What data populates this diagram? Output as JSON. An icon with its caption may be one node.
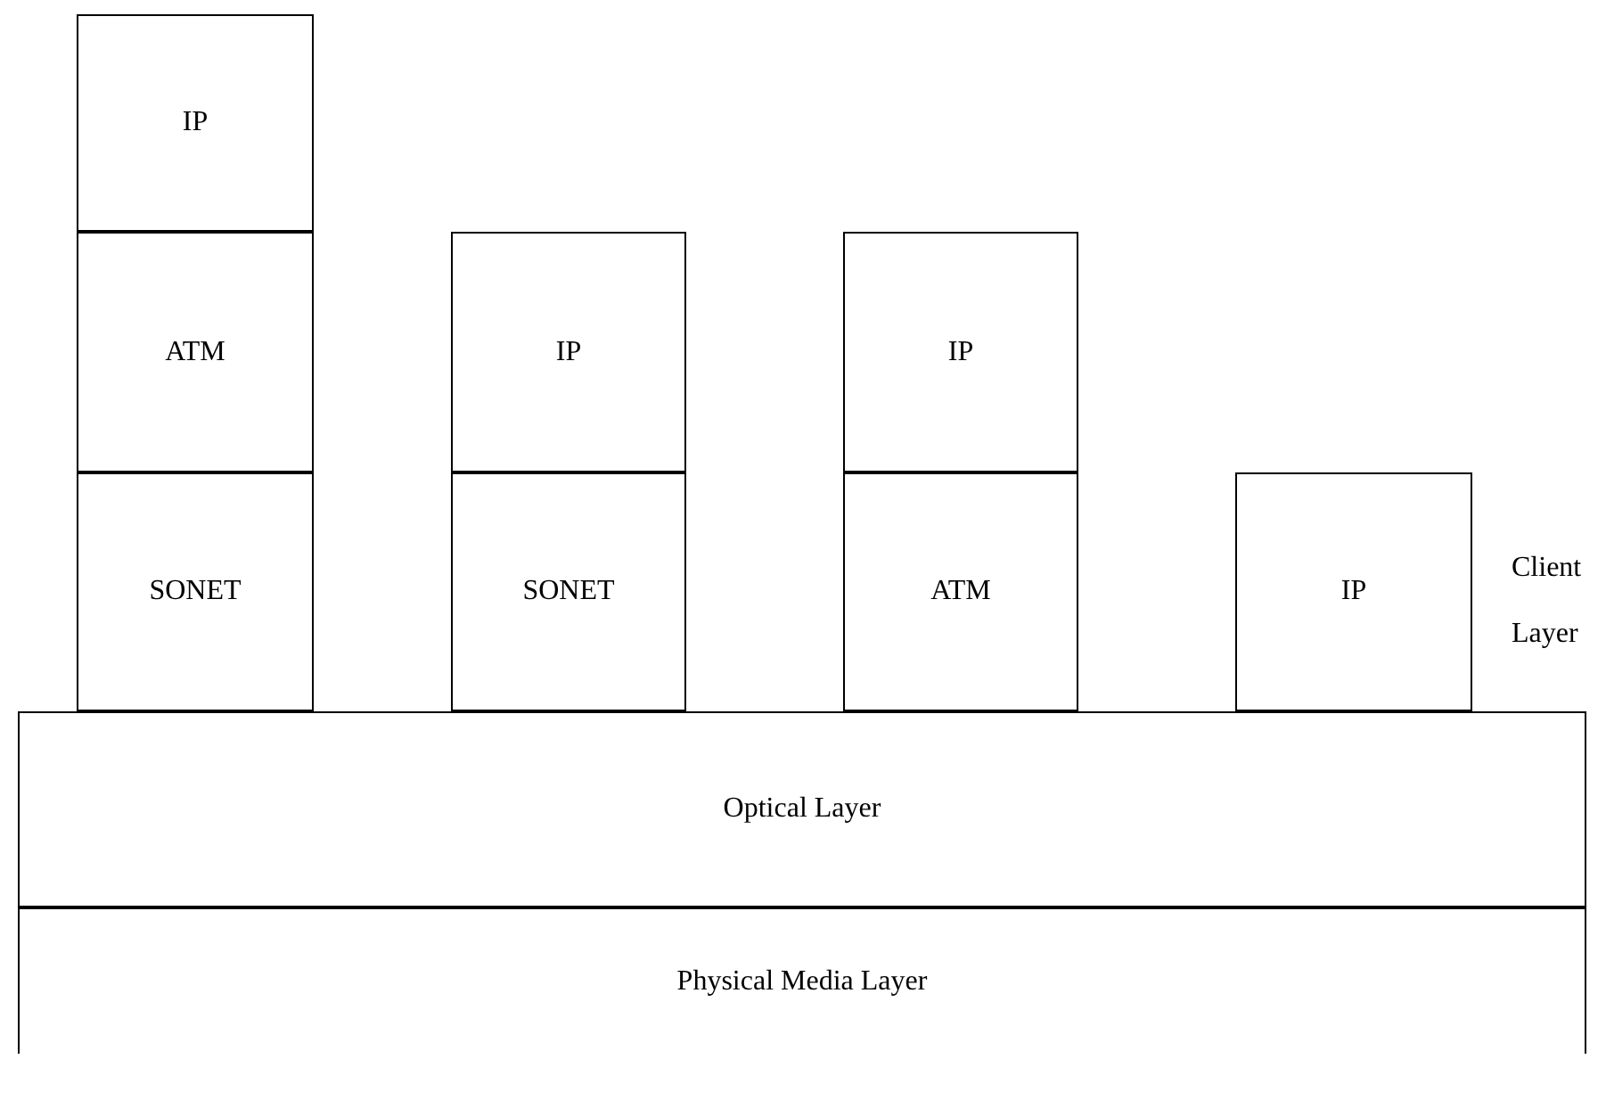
{
  "diagram": {
    "nodes": [
      {
        "text": [
          "IP"
        ]
      },
      {
        "text": [
          "ATM"
        ]
      },
      {
        "text": [
          "IP"
        ]
      },
      {
        "text": [
          "IP"
        ]
      },
      {
        "text": [
          "SONET"
        ]
      },
      {
        "text": [
          "SONET"
        ]
      },
      {
        "text": [
          "ATM"
        ]
      },
      {
        "text": [
          "IP"
        ]
      },
      {
        "text": [
          "Optical Layer"
        ]
      },
      {
        "text": [
          "Physical Media Layer"
        ]
      }
    ],
    "labels": [
      "Client Layer"
    ]
  }
}
